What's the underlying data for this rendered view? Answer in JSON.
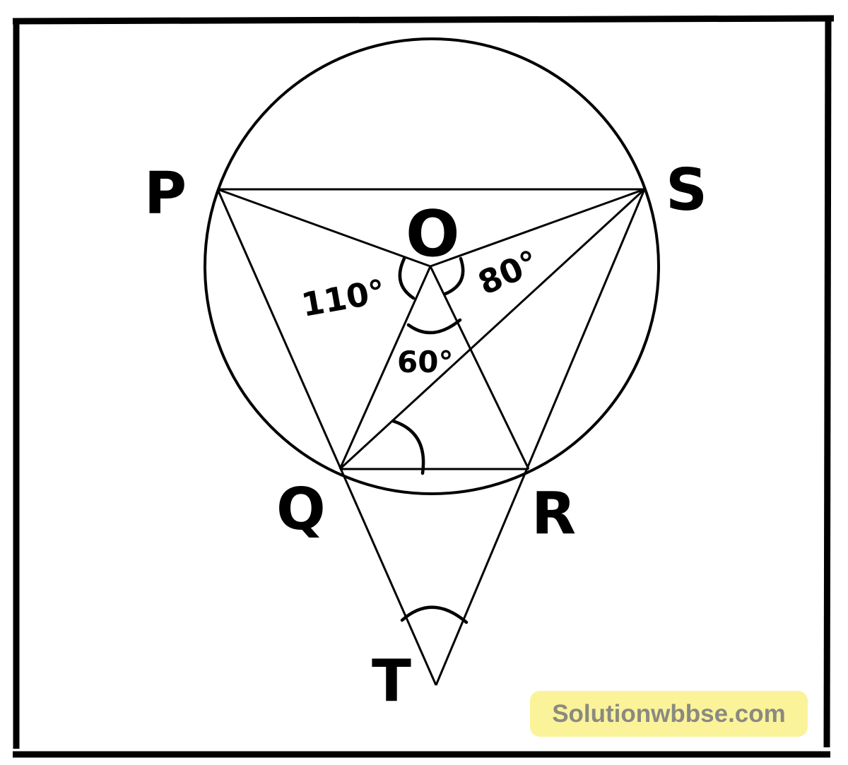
{
  "diagram": {
    "points": {
      "P": "P",
      "S": "S",
      "O": "O",
      "Q": "Q",
      "R": "R",
      "T": "T"
    },
    "angles": {
      "POQ": "110°",
      "SOR": "80°",
      "QOR": "60°"
    },
    "segments": [
      "PS",
      "PO",
      "OS",
      "PT",
      "ST",
      "OQ",
      "OR",
      "QS",
      "QR"
    ],
    "shape": "circle with centre O"
  },
  "watermark": {
    "text": "Solutionwbbse.com",
    "background": "#fbf39a",
    "color": "#8a8a80"
  }
}
